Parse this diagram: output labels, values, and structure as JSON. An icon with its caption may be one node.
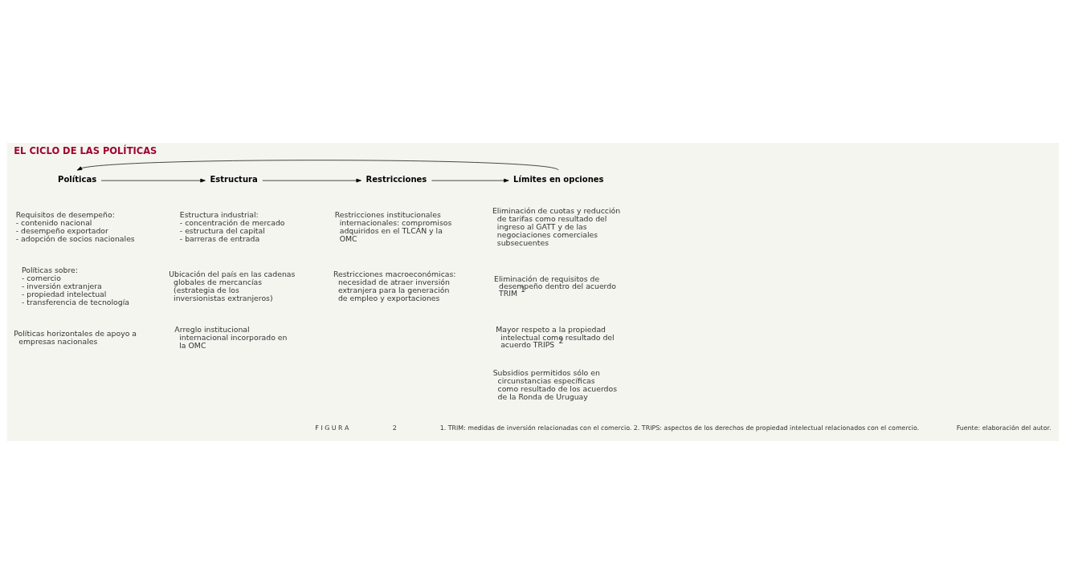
{
  "diagram": {
    "title": "EL CICLO DE LAS POLÍTICAS",
    "nodes": [
      {
        "text": [
          "Políticas"
        ],
        "beside": [
          "Requisitos de desempeño: - contenido nacional - desempeño exportador - adopción de socios nacionales",
          "Políticas sobre: - comercio - inversión extranjera - propiedad intelectual - transferencia de tecnología",
          "Políticas horizontales de apoyo a empresas nacionales"
        ]
      },
      {
        "text": [
          "Estructura"
        ],
        "beside": [
          "Estructura industrial: - concentración de mercado - estructura del capital - barreras de entrada",
          "Ubicación del país en las cadenas globales de mercancías (estrategia de los inversionistas extranjeros)",
          "Arreglo institucional internacional incorporado en la OMC"
        ]
      },
      {
        "text": [
          "Restricciones"
        ],
        "beside": [
          "Restricciones institucionales internacionales: compromisos adquiridos en el TLCAN y la OMC",
          "Restricciones macroeconómicas: necesidad de atraer inversión extranjera para la generación de empleo y exportaciones"
        ]
      },
      {
        "text": [
          "Límites en opciones"
        ],
        "beside": [
          "Eliminación de cuotas y reducción de tarifas como resultado del ingreso al GATT y de las negociaciones comerciales subsecuentes",
          "Eliminación de requisitos de desempeño dentro del acuerdo TRIM$^{1}$",
          "Mayor respeto a la propiedad intelectual como resultado del acuerdo TRIPS$^{2}$",
          "Subsidios permitidos sólo en circunstancias específicas como resultado de los acuerdos de la Ronda de Uruguay"
        ]
      }
    ],
    "edges": [
      {
        "from": 0,
        "to": 1,
        "arrow": "to"
      },
      {
        "from": 1,
        "to": 2,
        "arrow": "to"
      },
      {
        "from": 2,
        "to": 3,
        "arrow": "to"
      },
      {
        "from": 3,
        "to": 0,
        "arrow": "to"
      }
    ],
    "labels": [
      "F I G U R A",
      "2",
      "1. TRIM: medidas de inversión relacionadas con el comercio. 2. TRIPS: aspectos de los derechos de propiedad intelectual relacionados con el comercio.",
      "Fuente: elaboración del autor."
    ]
  }
}
